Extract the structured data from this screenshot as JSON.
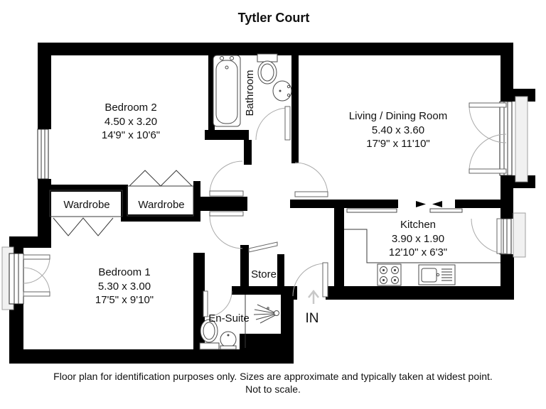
{
  "title": "Tytler Court",
  "rooms": {
    "bedroom2": {
      "name": "Bedroom 2",
      "metric": "4.50 x 3.20",
      "imperial": "14'9\" x 10'6\""
    },
    "living": {
      "name": "Living / Dining Room",
      "metric": "5.40 x 3.60",
      "imperial": "17'9\" x 11'10\""
    },
    "bedroom1": {
      "name": "Bedroom 1",
      "metric": "5.30 x 3.00",
      "imperial": "17'5\" x 9'10\""
    },
    "kitchen": {
      "name": "Kitchen",
      "metric": "3.90 x 1.90",
      "imperial": "12'10\" x 6'3\""
    },
    "bathroom": {
      "name": "Bathroom"
    },
    "ensuite": {
      "name": "En-Suite"
    },
    "store": {
      "name": "Store"
    },
    "wardrobe_left": {
      "name": "Wardrobe"
    },
    "wardrobe_right": {
      "name": "Wardrobe"
    }
  },
  "entrance": {
    "label": "IN"
  },
  "footer": {
    "line1": "Floor plan for identification purposes only. Sizes are approximate and typically taken at widest point.",
    "line2": "Not to scale."
  },
  "colors": {
    "wall": "#000000",
    "background": "#ffffff",
    "door_arc": "#aaaaaa",
    "sill_fill": "#f1f1f1",
    "sill_stroke": "#a0a0a0",
    "entrance_arrow": "#c8c8c8",
    "text": "#111111"
  }
}
